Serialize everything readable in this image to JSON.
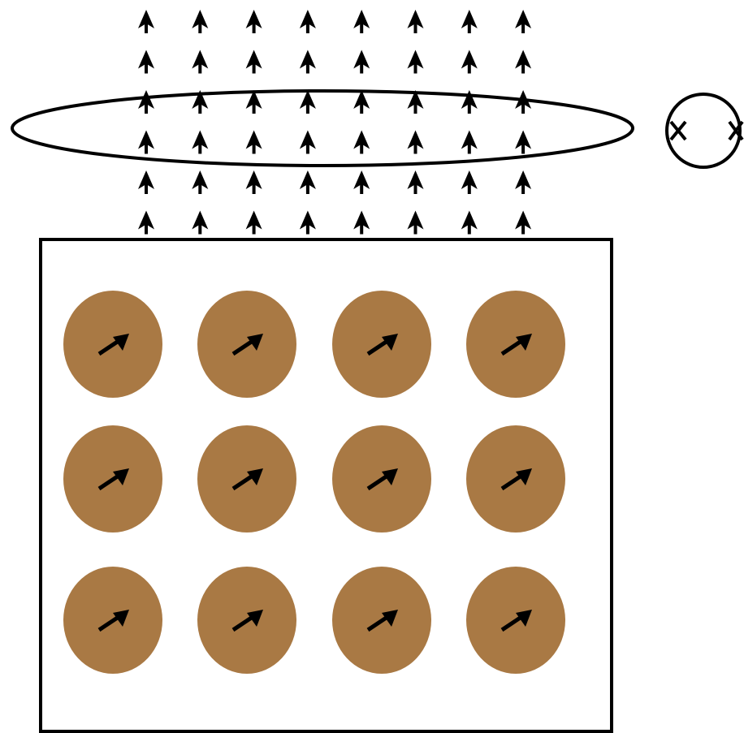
{
  "figure": {
    "colors": {
      "background": "#ffffff",
      "stroke": "#000000",
      "atom_fill": "#a97944",
      "field_arrow": "#000000",
      "spin_arrow": "#000000"
    },
    "field_arrows": {
      "rows": 6,
      "columns": 8,
      "direction": "up",
      "icon": "up-arrow-icon"
    },
    "loop": {
      "shape": "flat-ellipse",
      "encircles": "field-arrows"
    },
    "loop_cross_section": {
      "shape": "circle",
      "markers": [
        "cross",
        "cross"
      ]
    },
    "sample": {
      "shape": "rectangle",
      "atoms": {
        "rows": 3,
        "columns": 4,
        "spin_direction": "up-right",
        "icon": "spin-arrow-icon"
      }
    }
  }
}
